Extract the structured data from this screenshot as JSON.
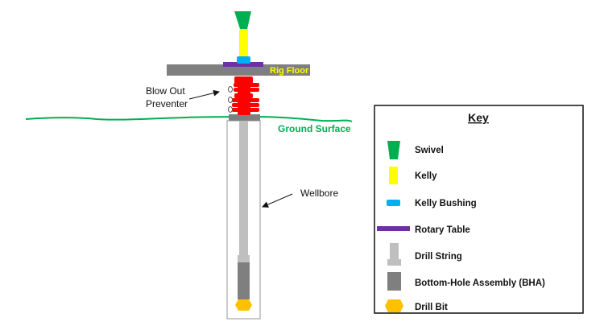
{
  "diagram": {
    "labels": {
      "rig_floor": "Rig Floor",
      "bop_line1": "Blow Out",
      "bop_line2": "Preventer",
      "ground_surface": "Ground Surface",
      "wellbore": "Wellbore"
    },
    "colors": {
      "swivel": "#00B050",
      "kelly": "#FFFF00",
      "kelly_bushing": "#00B0F0",
      "rotary_table": "#7030A0",
      "rig_floor": "#7F7F7F",
      "rig_floor_text": "#FFFF00",
      "bop": "#FF0000",
      "ground": "#00B050",
      "drill_string": "#BFBFBF",
      "bha": "#7F7F7F",
      "drill_bit": "#FFC000"
    }
  },
  "key": {
    "title": "Key",
    "items": [
      {
        "label": "Swivel",
        "icon": "swivel-icon"
      },
      {
        "label": "Kelly",
        "icon": "kelly-icon"
      },
      {
        "label": "Kelly Bushing",
        "icon": "kelly-bushing-icon"
      },
      {
        "label": "Rotary Table",
        "icon": "rotary-table-icon"
      },
      {
        "label": "Drill String",
        "icon": "drill-string-icon"
      },
      {
        "label": "Bottom-Hole Assembly (BHA)",
        "icon": "bha-icon"
      },
      {
        "label": "Drill Bit",
        "icon": "drill-bit-icon"
      }
    ]
  }
}
